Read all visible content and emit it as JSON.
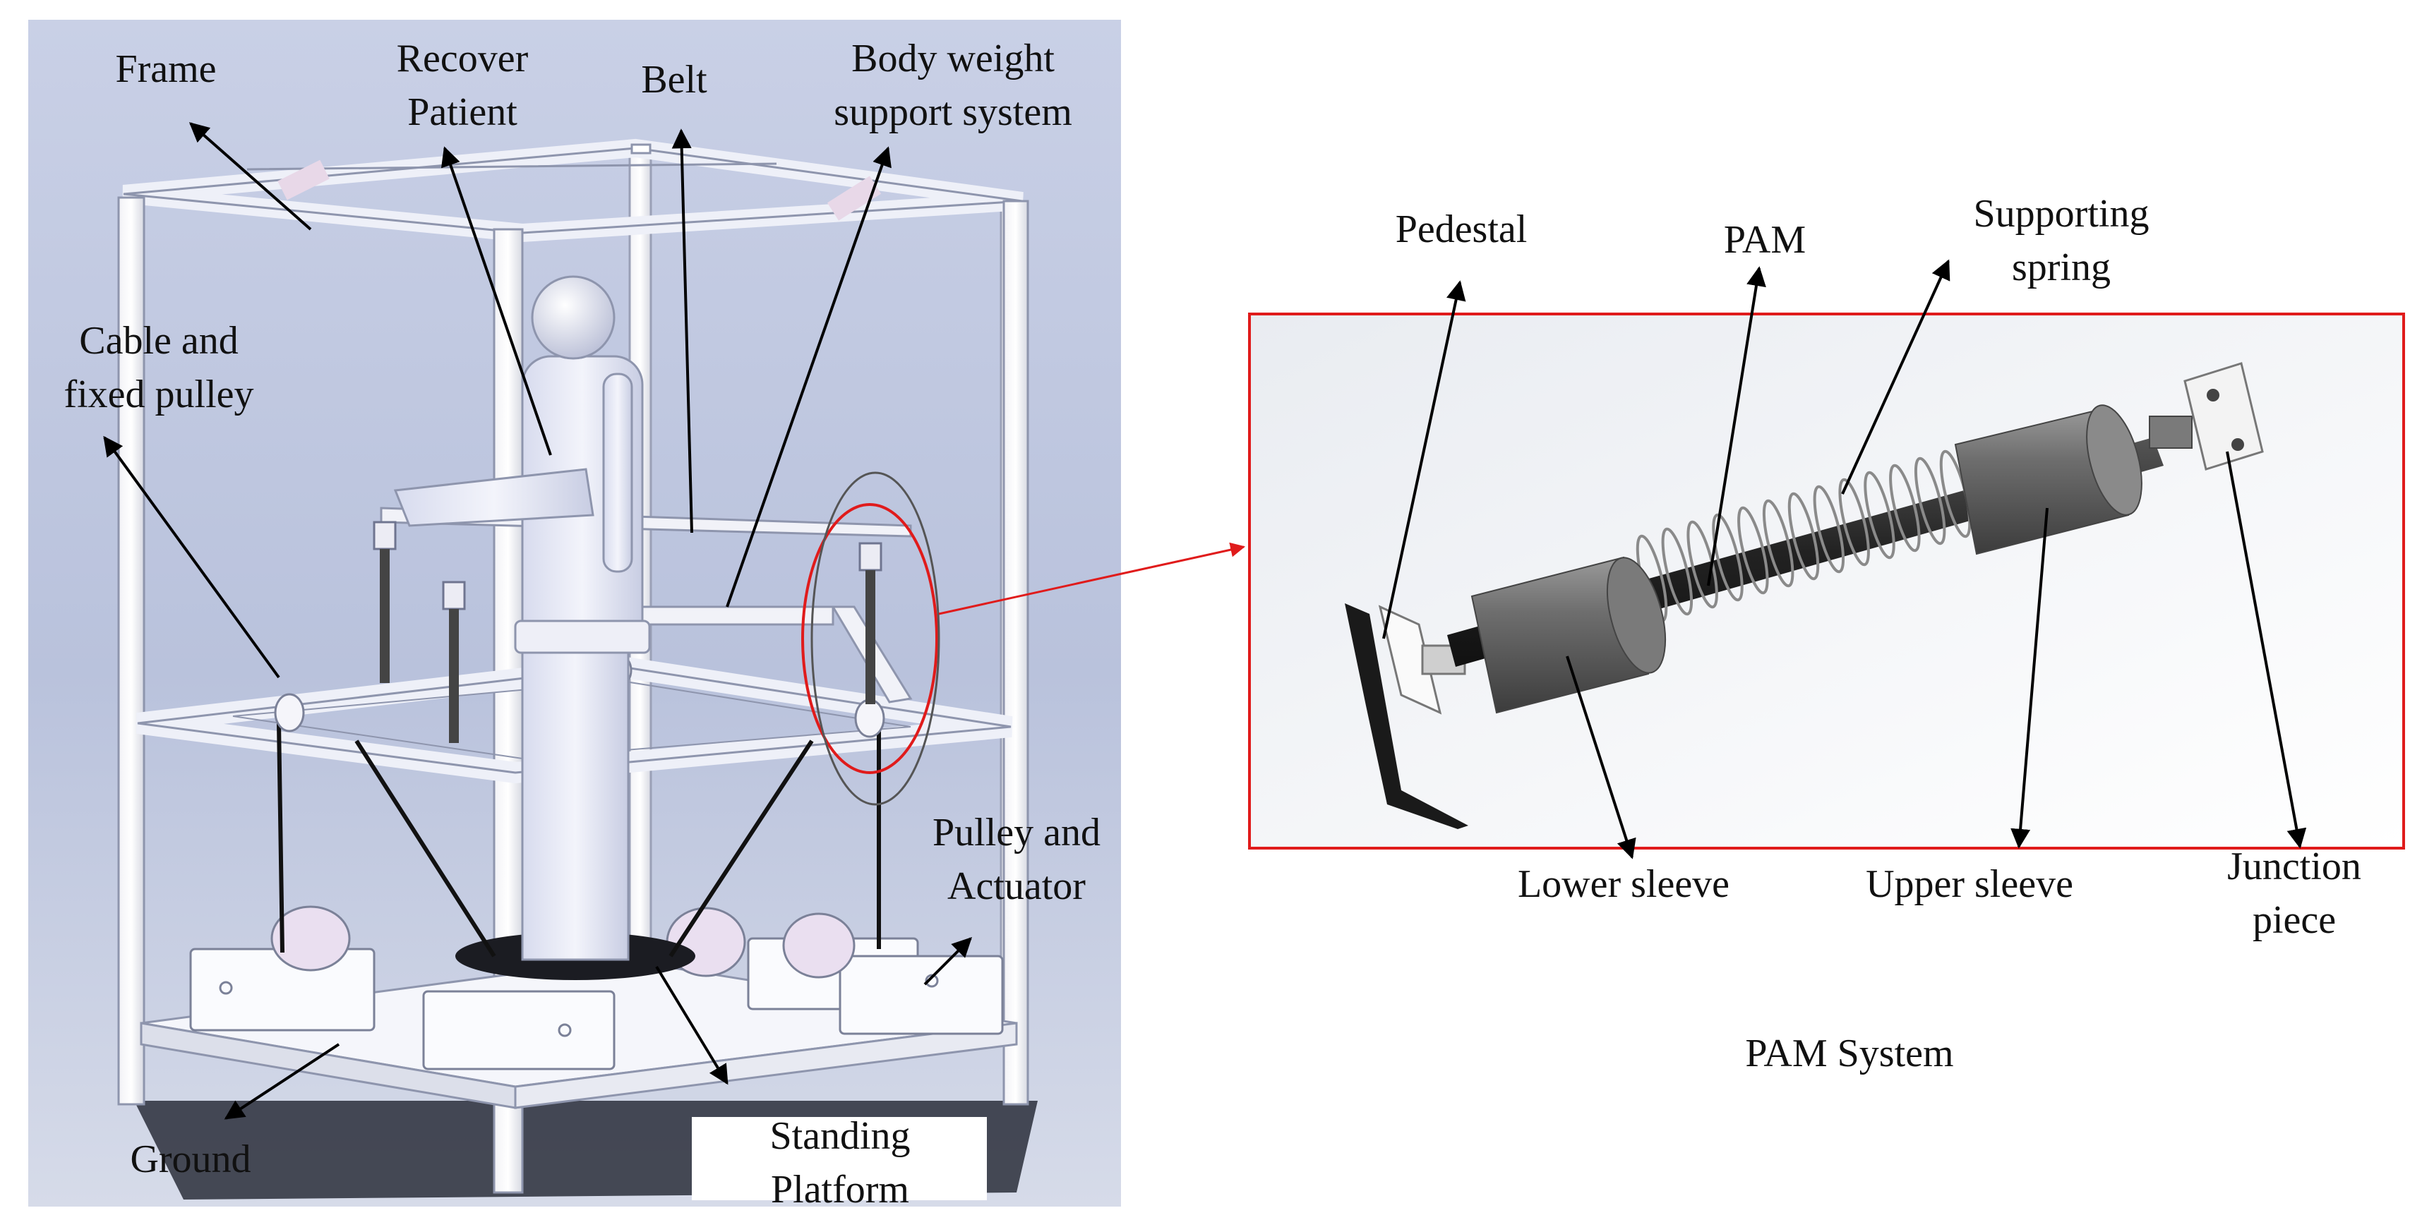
{
  "left_panel": {
    "labels": {
      "frame": "Frame",
      "recover_patient": "Recover\nPatient",
      "belt": "Belt",
      "bws": "Body weight\nsupport system",
      "cable_pulley": "Cable and\nfixed pulley",
      "pulley_actuator": "Pulley and\nActuator",
      "ground": "Ground",
      "standing_platform": "Standing\nPlatform"
    }
  },
  "right_panel": {
    "labels": {
      "pedestal": "Pedestal",
      "pam": "PAM",
      "supporting_spring": "Supporting\nspring",
      "lower_sleeve": "Lower sleeve",
      "upper_sleeve": "Upper sleeve",
      "junction_piece": "Junction\npiece"
    },
    "caption": "PAM System"
  },
  "colors": {
    "callout_red": "#e01b1b",
    "arrow": "#000000",
    "frame_bg_top": "#cdd3e6",
    "frame_bg_bottom": "#aeb8d4"
  }
}
